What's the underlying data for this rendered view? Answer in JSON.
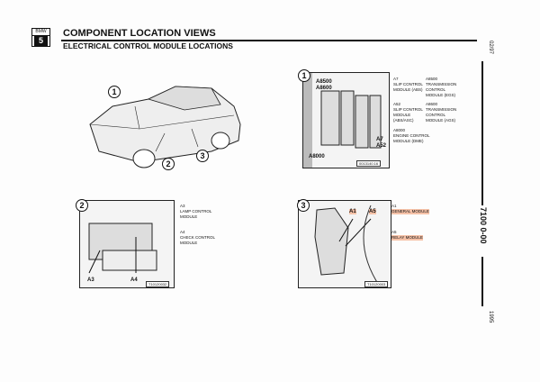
{
  "header": {
    "logo_text": "BMW",
    "series": "5",
    "title": "COMPONENT LOCATION VIEWS",
    "subtitle": "ELECTRICAL CONTROL MODULE LOCATIONS"
  },
  "margin": {
    "date": "02/97",
    "section": "7100 0-00",
    "year": "1995"
  },
  "overview": {
    "callouts": [
      "1",
      "2",
      "3"
    ]
  },
  "fig1": {
    "callout": "1",
    "tags": [
      "A8500",
      "A8600",
      "A8000",
      "A7",
      "A52"
    ],
    "code": "0013140.16",
    "legend": [
      {
        "id": "A7",
        "desc": [
          "SLIP CONTROL",
          "MODULE (ABS)"
        ]
      },
      {
        "id": "A8500",
        "desc": [
          "TRANSMISSION",
          "CONTROL",
          "MODULE (EGS)"
        ]
      },
      {
        "id": "A52",
        "desc": [
          "SLIP CONTROL",
          "MODULE",
          "(ABS/ASC)"
        ]
      },
      {
        "id": "A8600",
        "desc": [
          "TRANSMISSION",
          "CONTROL",
          "MODULE (AGS)"
        ]
      },
      {
        "id": "A8000",
        "desc": [
          "ENGINE CONTROL",
          "MODULE (DME)"
        ]
      }
    ]
  },
  "fig2": {
    "callout": "2",
    "tags": [
      "A3",
      "A4"
    ],
    "code": "T10120032",
    "legend": [
      {
        "id": "A3",
        "desc": [
          "LAMP CONTROL",
          "MODULE"
        ]
      },
      {
        "id": "A4",
        "desc": [
          "CHECK CONTROL",
          "MODULE"
        ]
      }
    ]
  },
  "fig3": {
    "callout": "3",
    "tags": [
      "A1",
      "A5"
    ],
    "code": "T10120003",
    "legend": [
      {
        "id": "A1",
        "desc": [
          "GENERAL MODULE"
        ]
      },
      {
        "id": "A5",
        "desc": [
          "RELAY MODULE"
        ]
      }
    ]
  },
  "colors": {
    "highlight": "#f6c2a8",
    "ink": "#111111"
  }
}
